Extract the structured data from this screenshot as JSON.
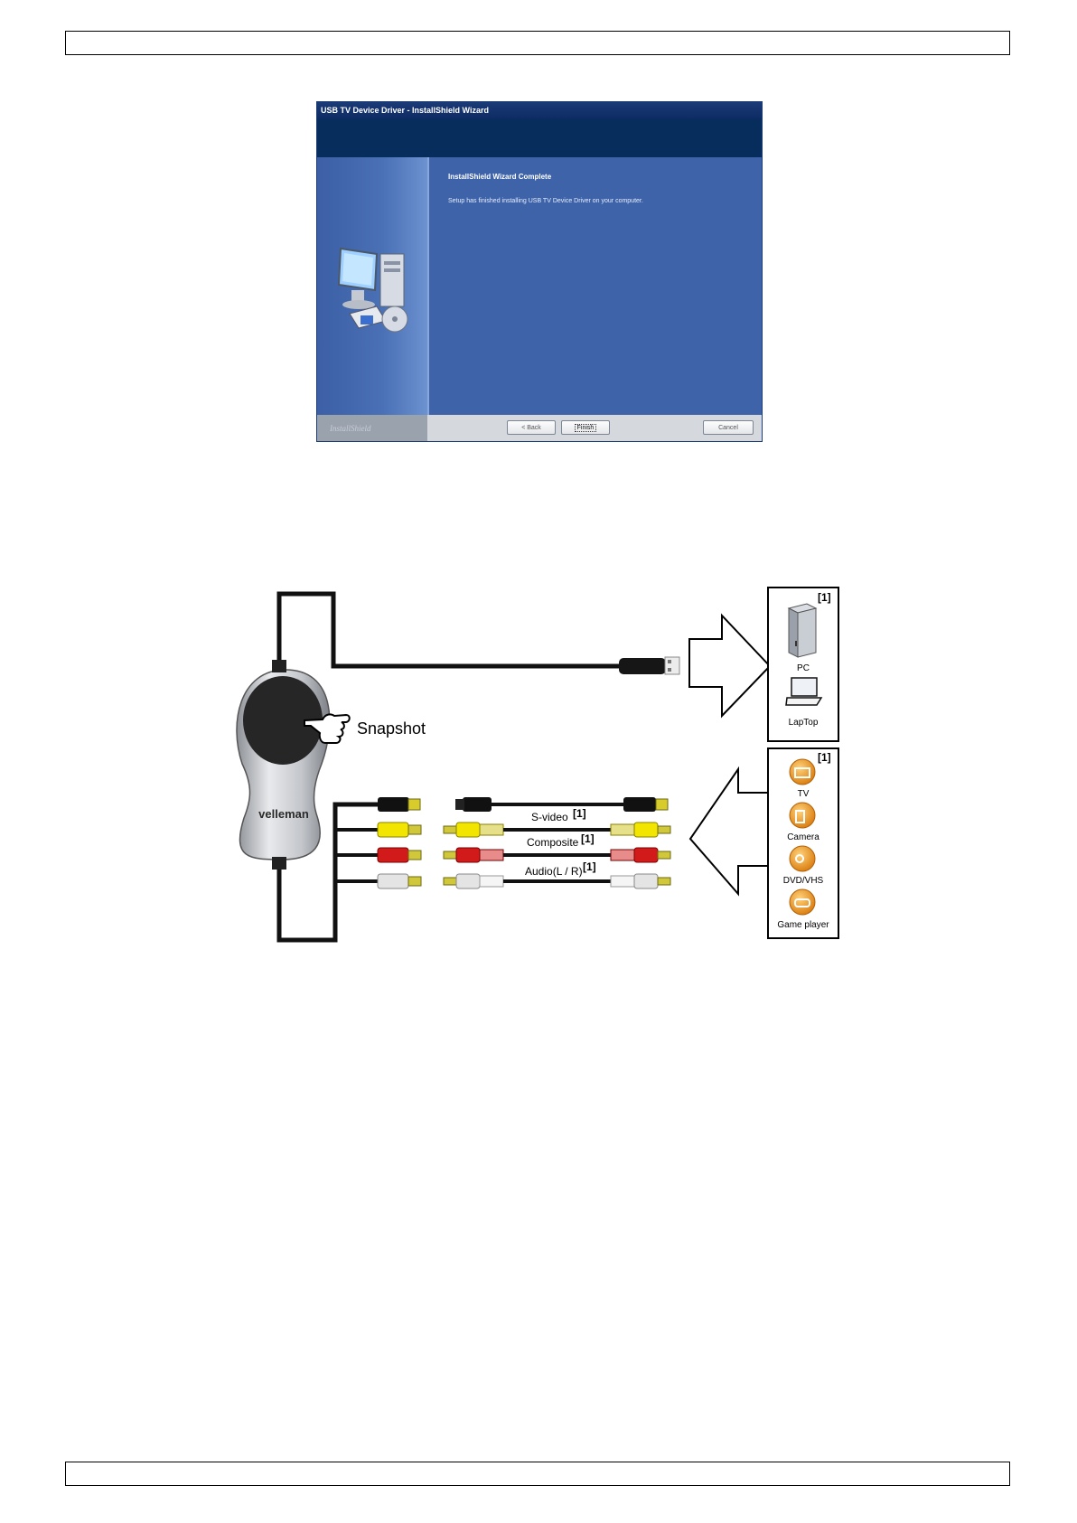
{
  "header": {
    "text": ""
  },
  "footer": {
    "text": ""
  },
  "wizard": {
    "title": "USB TV Device Driver - InstallShield Wizard",
    "heading": "InstallShield Wizard Complete",
    "body": "Setup has finished installing USB TV Device Driver on your computer.",
    "brand": "InstallShield",
    "buttons": {
      "back": "< Back",
      "finish": "Finish",
      "cancel": "Cancel"
    }
  },
  "diagram": {
    "snapshot_label": "Snapshot",
    "device_brand": "velleman",
    "note_marker": "[1]",
    "cables": [
      {
        "label": "S-video",
        "marker": "[1]"
      },
      {
        "label": "Composite",
        "marker": "[1]"
      },
      {
        "label": "Audio(L / R)",
        "marker": "[1]"
      }
    ],
    "targets_top": [
      "PC",
      "LapTop"
    ],
    "targets_bottom": [
      "TV",
      "Camera",
      "DVD/VHS",
      "Game player"
    ],
    "colors": {
      "black": "#111111",
      "yellow": "#f2e500",
      "red": "#d21a1a",
      "white": "#e4e4e4",
      "orange": "#e58a14"
    }
  }
}
